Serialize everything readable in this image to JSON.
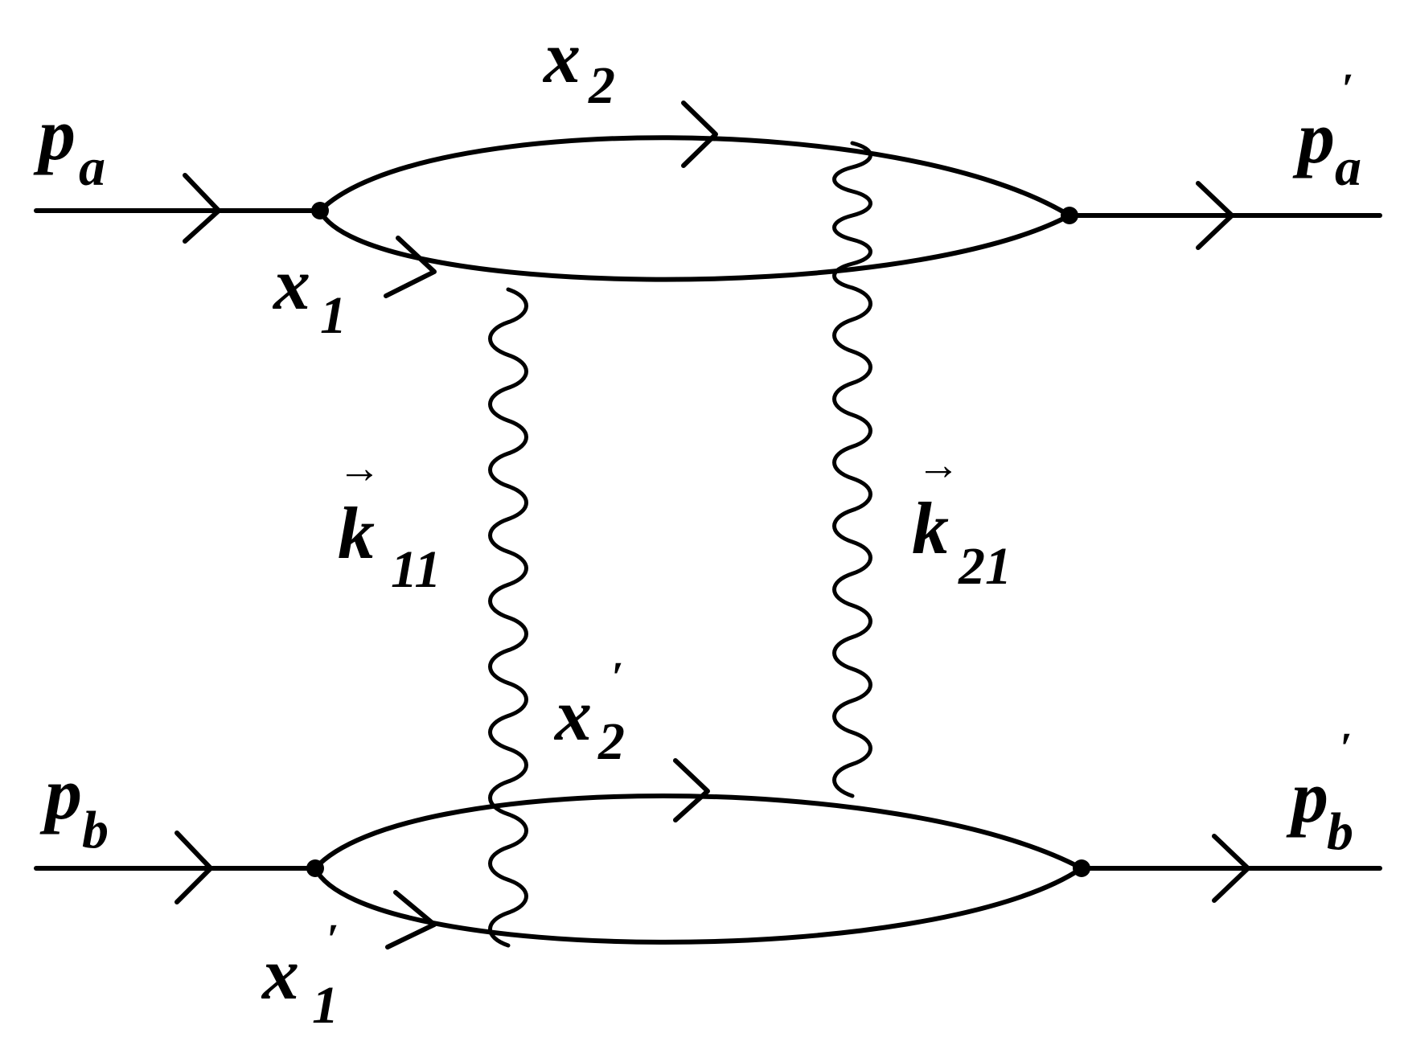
{
  "diagram": {
    "labels": {
      "pa": {
        "main": "p",
        "sub": "a",
        "prime": ""
      },
      "pa_out": {
        "main": "p",
        "sub": "a",
        "prime": "′"
      },
      "pb": {
        "main": "p",
        "sub": "b",
        "prime": ""
      },
      "pb_out": {
        "main": "p",
        "sub": "b",
        "prime": "′"
      },
      "x1": {
        "main": "x",
        "sub": "1",
        "prime": ""
      },
      "x2": {
        "main": "x",
        "sub": "2",
        "prime": ""
      },
      "x1p": {
        "main": "x",
        "sub": "1",
        "prime": "′"
      },
      "x2p": {
        "main": "x",
        "sub": "2",
        "prime": "′"
      },
      "k11": {
        "main": "k",
        "sub": "11",
        "vector": "→"
      },
      "k21": {
        "main": "k",
        "sub": "21",
        "vector": "→"
      }
    },
    "colors": {
      "stroke": "#000000",
      "background": "#ffffff"
    }
  }
}
